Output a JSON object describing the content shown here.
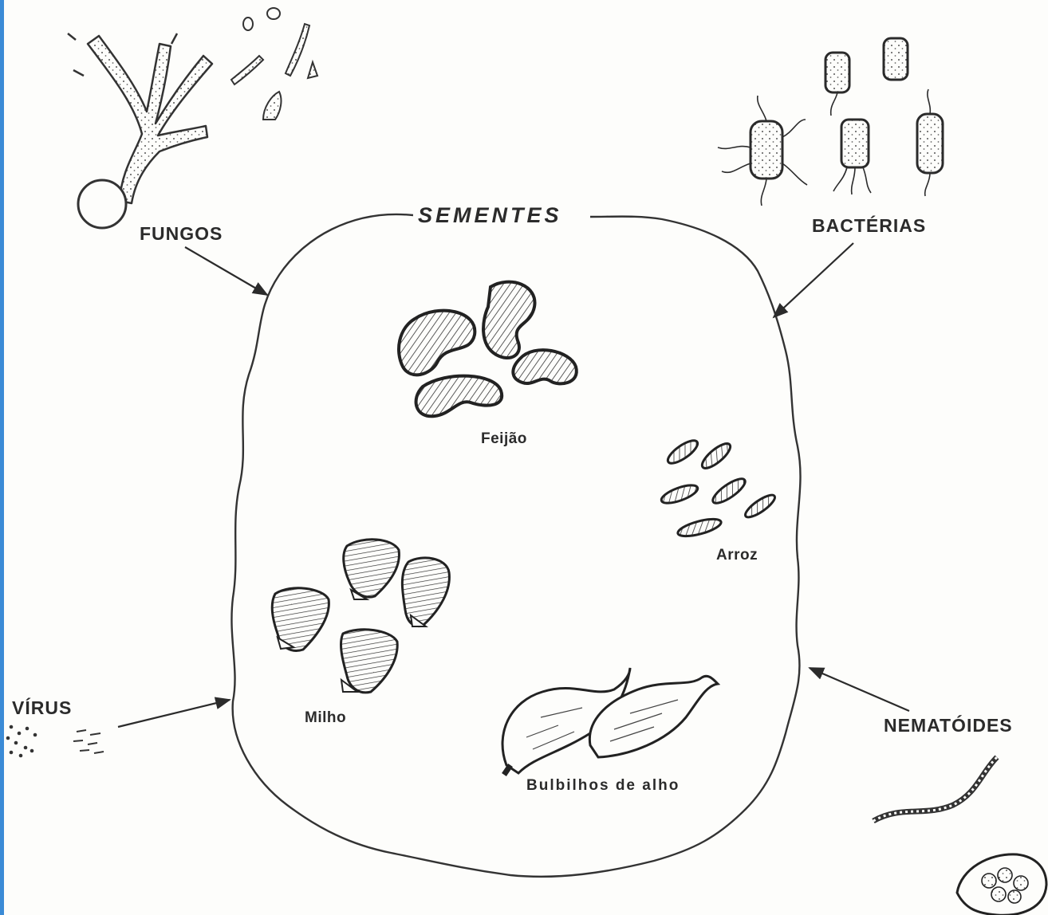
{
  "diagram": {
    "title": "SEMENTES",
    "pathogens": {
      "fungi": "FUNGOS",
      "bacteria": "BACTÉRIAS",
      "virus": "VÍRUS",
      "nematodes": "NEMATÓIDES"
    },
    "seeds": {
      "beans": "Feijão",
      "rice": "Arroz",
      "corn": "Milho",
      "garlic": "Bulbilhos de alho"
    }
  }
}
